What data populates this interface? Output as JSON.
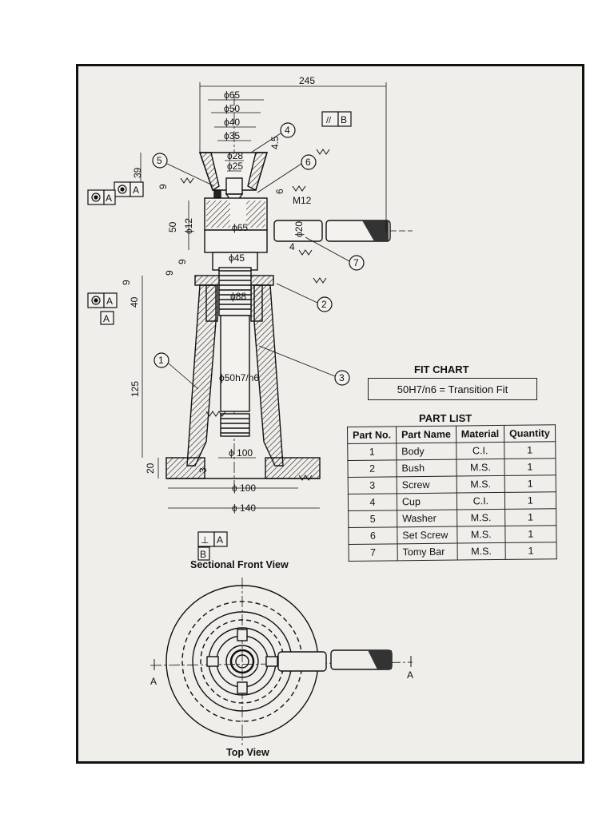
{
  "drawing": {
    "dimensions": {
      "overall_length": "245",
      "phi65_top": "ϕ65",
      "phi50": "ϕ50",
      "phi40": "ϕ40",
      "phi35": "ϕ35",
      "phi28": "ϕ28",
      "phi25": "ϕ25",
      "d4_5": "4.5",
      "d39": "39",
      "d9_a": "9",
      "d6": "6",
      "m12": "M12",
      "d50": "50",
      "phi12": "ϕ12",
      "phi65_mid": "ϕ65",
      "phi20": "ϕ20",
      "d4": "4",
      "phi45": "ϕ45",
      "d9_b": "9",
      "d9_c": "9",
      "d9_d": "9",
      "phi88": "ϕ88",
      "d40": "40",
      "fit_dim": "ϕ50h7/n6",
      "d125": "125",
      "phi100_inner": "ϕ 100",
      "d20": "20",
      "d3": "3",
      "phi100_base": "ϕ 100",
      "phi140": "ϕ 140"
    },
    "datum_labels": {
      "a1": "A",
      "a2": "A",
      "a3": "A",
      "a4": "A",
      "b_top": "B",
      "b_bottom": "B",
      "perp_a": "A",
      "section_a_left": "A",
      "section_a_right": "A"
    },
    "balloons": [
      "1",
      "2",
      "3",
      "4",
      "5",
      "6",
      "7"
    ],
    "views": {
      "front": "Sectional Front View",
      "top": "Top View"
    }
  },
  "fit_chart": {
    "title": "FIT CHART",
    "text": "50H7/n6 = Transition Fit"
  },
  "part_list": {
    "title": "PART LIST",
    "headers": [
      "Part No.",
      "Part Name",
      "Material",
      "Quantity"
    ],
    "rows": [
      [
        "1",
        "Body",
        "C.I.",
        "1"
      ],
      [
        "2",
        "Bush",
        "M.S.",
        "1"
      ],
      [
        "3",
        "Screw",
        "M.S.",
        "1"
      ],
      [
        "4",
        "Cup",
        "C.I.",
        "1"
      ],
      [
        "5",
        "Washer",
        "M.S.",
        "1"
      ],
      [
        "6",
        "Set Screw",
        "M.S.",
        "1"
      ],
      [
        "7",
        "Tomy Bar",
        "M.S.",
        "1"
      ]
    ]
  },
  "colors": {
    "paper": "#efeeea",
    "ink": "#111111",
    "frame": "#111111"
  }
}
